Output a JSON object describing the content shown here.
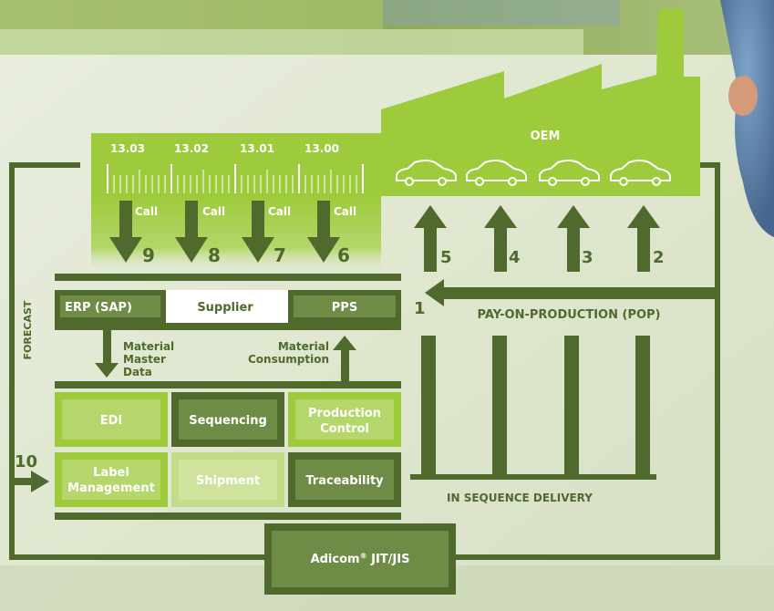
{
  "oem": {
    "label": "OEM",
    "car_count": 4
  },
  "timeline": {
    "labels": [
      "13.03",
      "13.02",
      "13.01",
      "13.00"
    ]
  },
  "calls": [
    {
      "label": "Call",
      "step": "9"
    },
    {
      "label": "Call",
      "step": "8"
    },
    {
      "label": "Call",
      "step": "7"
    },
    {
      "label": "Call",
      "step": "6"
    }
  ],
  "up_steps": [
    "5",
    "4",
    "3",
    "2"
  ],
  "pop": {
    "step": "1",
    "label": "PAY-ON-PRODUCTION (POP)"
  },
  "supplier": {
    "erp": "ERP (SAP)",
    "label": "Supplier",
    "pps": "PPS"
  },
  "material_master": {
    "line1": "Material",
    "line2": "Master",
    "line3": "Data"
  },
  "material_consumption": {
    "line1": "Material",
    "line2": "Consumption"
  },
  "forecast": "FORECAST",
  "modules": {
    "edi": "EDI",
    "sequencing": "Sequencing",
    "production_control": {
      "line1": "Production",
      "line2": "Control"
    },
    "label_management": {
      "line1": "Label",
      "line2": "Management"
    },
    "shipment": "Shipment",
    "traceability": "Traceability"
  },
  "step10": "10",
  "in_sequence": "IN SEQUENCE DELIVERY",
  "adicom": {
    "name": "Adicom",
    "reg": "®",
    "product": " JIT/JIS"
  },
  "colors": {
    "dark": "#4f6a2c",
    "light": "#8ebb3a",
    "bright": "#9dcb3c",
    "bg": "#dfe8cf"
  }
}
